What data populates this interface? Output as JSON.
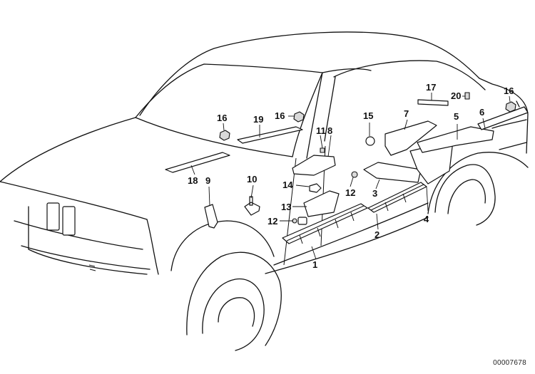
{
  "diagram_id": "00007678",
  "callouts": [
    {
      "key": "c1",
      "label": "1"
    },
    {
      "key": "c2",
      "label": "2"
    },
    {
      "key": "c3",
      "label": "3"
    },
    {
      "key": "c4",
      "label": "4"
    },
    {
      "key": "c5",
      "label": "5"
    },
    {
      "key": "c6",
      "label": "6"
    },
    {
      "key": "c7",
      "label": "7"
    },
    {
      "key": "c8",
      "label": "8"
    },
    {
      "key": "c9",
      "label": "9"
    },
    {
      "key": "c10",
      "label": "10"
    },
    {
      "key": "c11",
      "label": "11"
    },
    {
      "key": "c12a",
      "label": "12"
    },
    {
      "key": "c12b",
      "label": "12"
    },
    {
      "key": "c13",
      "label": "13"
    },
    {
      "key": "c14",
      "label": "14"
    },
    {
      "key": "c15",
      "label": "15"
    },
    {
      "key": "c16a",
      "label": "16"
    },
    {
      "key": "c16b",
      "label": "16"
    },
    {
      "key": "c16c",
      "label": "16"
    },
    {
      "key": "c17",
      "label": "17"
    },
    {
      "key": "c18",
      "label": "18"
    },
    {
      "key": "c19",
      "label": "19"
    },
    {
      "key": "c20",
      "label": "20"
    }
  ]
}
